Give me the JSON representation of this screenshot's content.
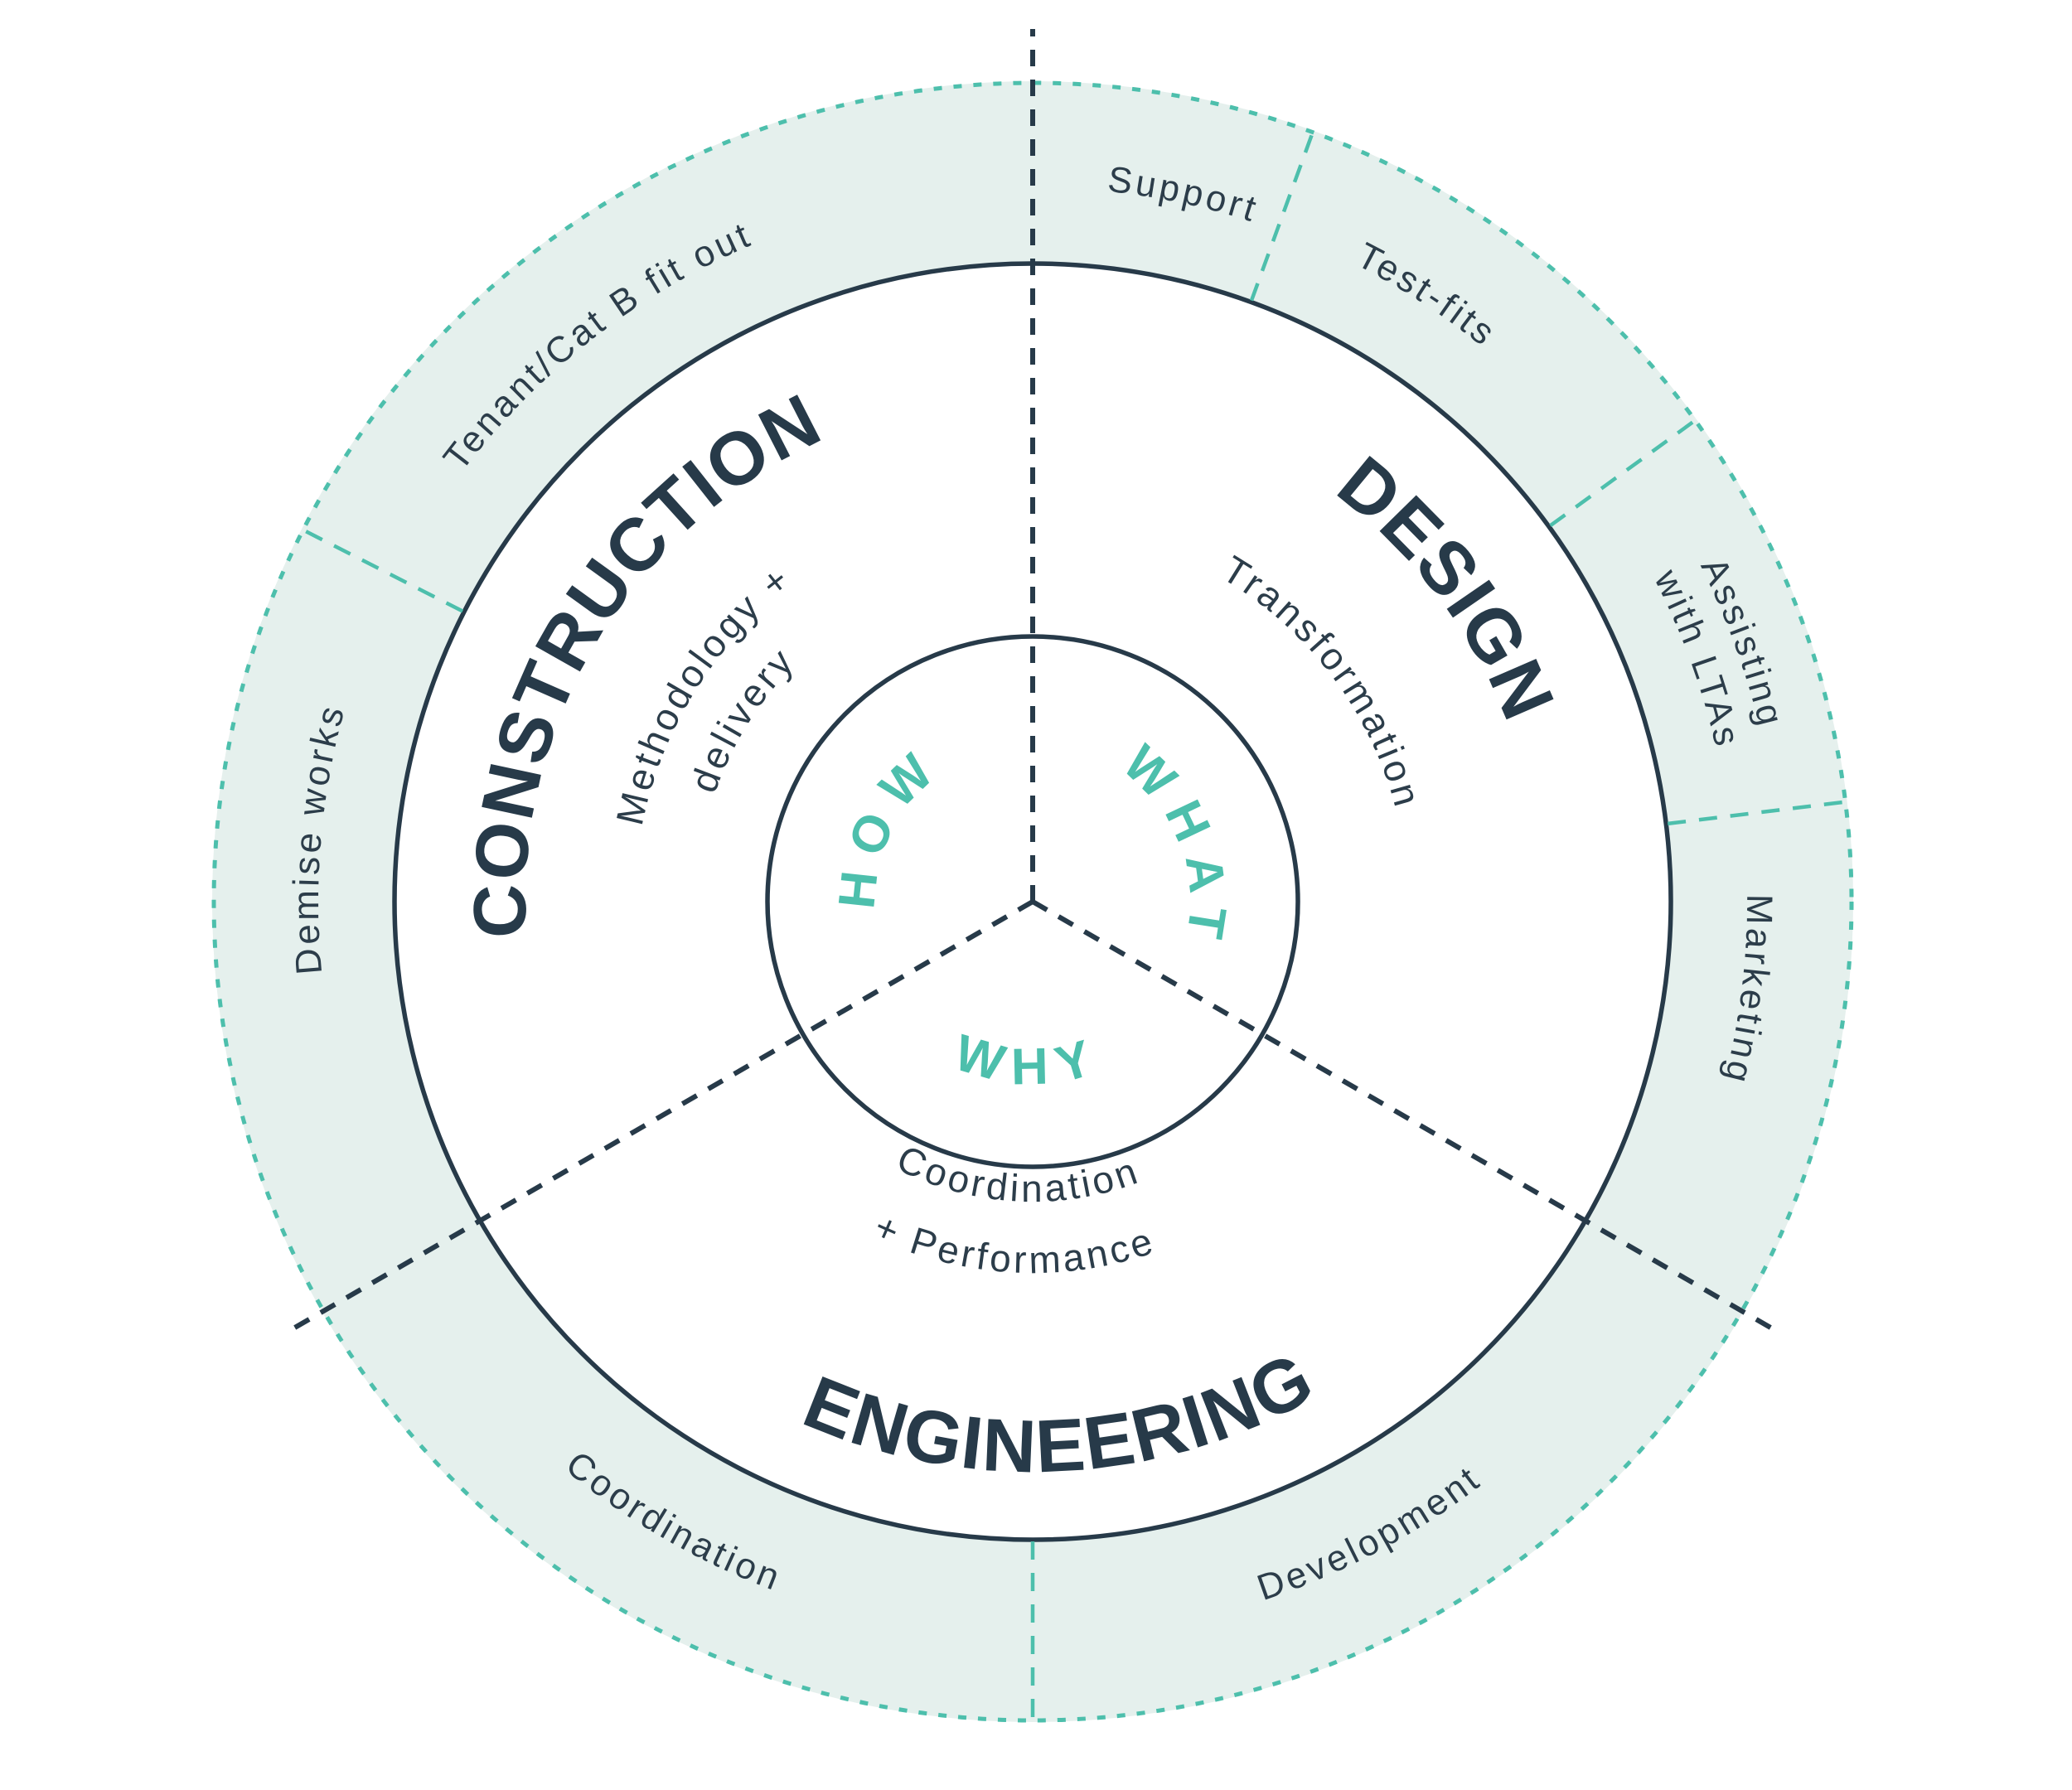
{
  "colors": {
    "navy": "#273a49",
    "teal": "#4dbfac",
    "mint": "#e5f0ed",
    "ink": "#2c3d4a"
  },
  "core": {
    "how": "HOW",
    "what": "WHAT",
    "why": "WHY"
  },
  "sections": {
    "construction": {
      "title": "CONSTRUCTION",
      "sub1": "Methodology +",
      "sub2": "delivery"
    },
    "design": {
      "title": "DESIGN",
      "sub1": "Transformation"
    },
    "engineering": {
      "title": "ENGINEERING",
      "sub1": "Coordination",
      "sub2": "+ Performance"
    }
  },
  "ring": {
    "tenant": "Tenant/Cat B fit out",
    "support": "Support",
    "testfits": "Test-fits",
    "assisting_line1": "Assisting",
    "assisting_line2": "with LTAs",
    "marketing": "Marketing",
    "development": "Development",
    "coordination": "Coordination",
    "demise": "Demise works"
  }
}
